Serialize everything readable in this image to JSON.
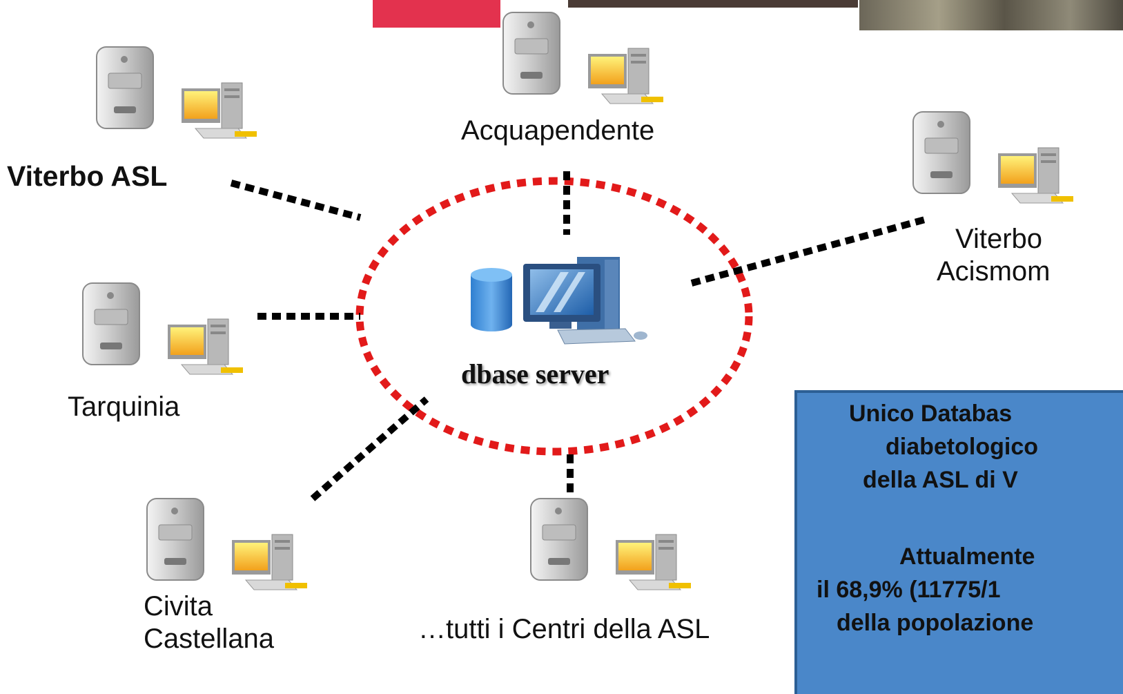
{
  "center": {
    "label": "dbase server"
  },
  "nodes": {
    "viterbo_asl": "Viterbo  ASL",
    "acquapendente": "Acquapendente",
    "viterbo_acismom_line1": "Viterbo",
    "viterbo_acismom_line2": "Acismom",
    "tarquinia": "Tarquinia",
    "civita_line1": "Civita",
    "civita_line2": "Castellana",
    "tutti": "…tutti i Centri della ASL"
  },
  "info_box": {
    "line1": "Unico Databas",
    "line2": "diabetologico",
    "line3": "della ASL di V",
    "line4": "Attualmente",
    "line5": "il 68,9% (11775/1",
    "line6": "della popolazione"
  },
  "colors": {
    "ring": "#e21a1a",
    "connector": "#000000",
    "info_box": "#4a87c9",
    "banner": "#e3324e"
  }
}
